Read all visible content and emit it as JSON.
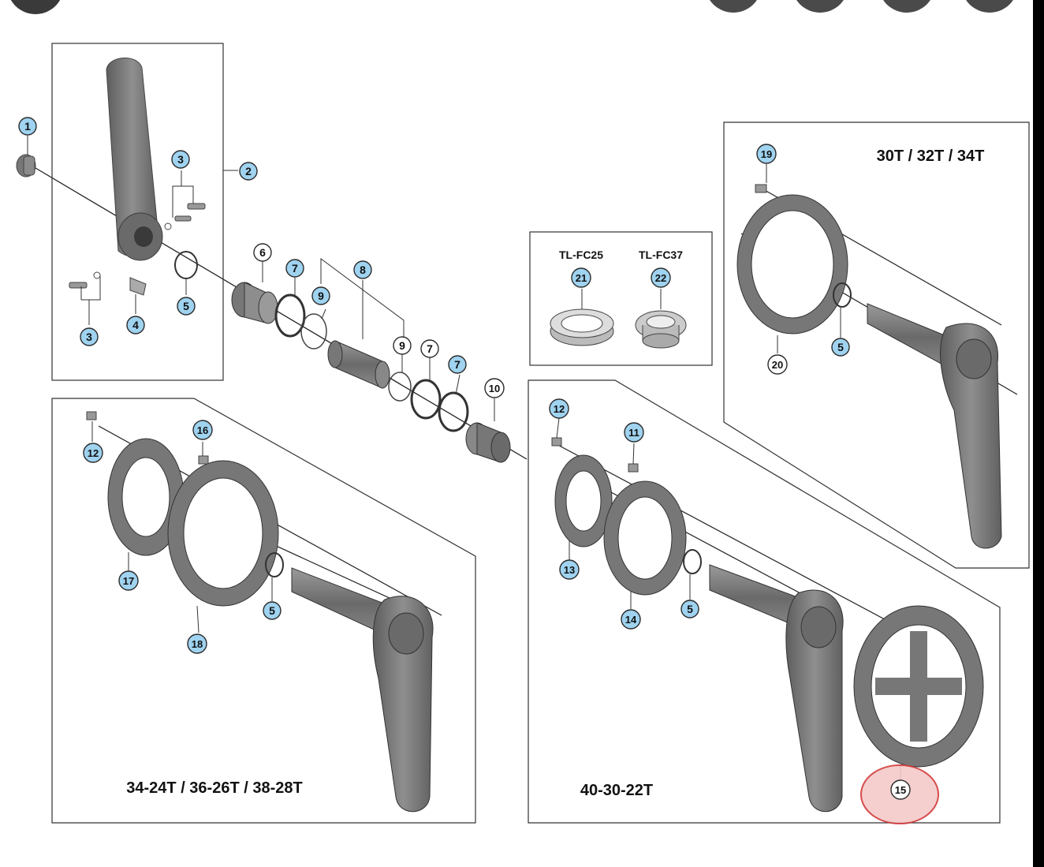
{
  "tools": [
    {
      "tool_label": "TL-FC25",
      "callout": "21"
    },
    {
      "tool_label": "TL-FC37",
      "callout": "22"
    }
  ],
  "panels": [
    {
      "title": "30T / 32T / 34T"
    },
    {
      "title": "34-24T / 36-26T / 38-28T"
    },
    {
      "title": "40-30-22T"
    }
  ],
  "callouts": [
    {
      "number": "1",
      "highlighted": true
    },
    {
      "number": "2",
      "highlighted": true
    },
    {
      "number": "3",
      "highlighted": true
    },
    {
      "number": "3",
      "highlighted": true
    },
    {
      "number": "4",
      "highlighted": true
    },
    {
      "number": "5",
      "highlighted": true
    },
    {
      "number": "6",
      "highlighted": false
    },
    {
      "number": "7",
      "highlighted": true
    },
    {
      "number": "9",
      "highlighted": true
    },
    {
      "number": "8",
      "highlighted": true
    },
    {
      "number": "9",
      "highlighted": false
    },
    {
      "number": "7",
      "highlighted": false
    },
    {
      "number": "7",
      "highlighted": true
    },
    {
      "number": "10",
      "highlighted": false
    },
    {
      "number": "19",
      "highlighted": true
    },
    {
      "number": "20",
      "highlighted": false
    },
    {
      "number": "5",
      "highlighted": true
    },
    {
      "number": "12",
      "highlighted": true
    },
    {
      "number": "16",
      "highlighted": true
    },
    {
      "number": "17",
      "highlighted": true
    },
    {
      "number": "18",
      "highlighted": true
    },
    {
      "number": "5",
      "highlighted": true
    },
    {
      "number": "12",
      "highlighted": true
    },
    {
      "number": "11",
      "highlighted": true
    },
    {
      "number": "13",
      "highlighted": true
    },
    {
      "number": "14",
      "highlighted": true
    },
    {
      "number": "5",
      "highlighted": true
    },
    {
      "number": "15",
      "highlighted": false
    }
  ],
  "colors": {
    "callout_fill": "#9fd3f0",
    "callout_stroke": "#2b2b2b",
    "part_dark": "#6e6e6e",
    "part_mid": "#8c8c8c",
    "part_light": "#bdbdbd",
    "highlight_ring": "#d23a3a",
    "highlight_fill": "#f4c9c9"
  }
}
